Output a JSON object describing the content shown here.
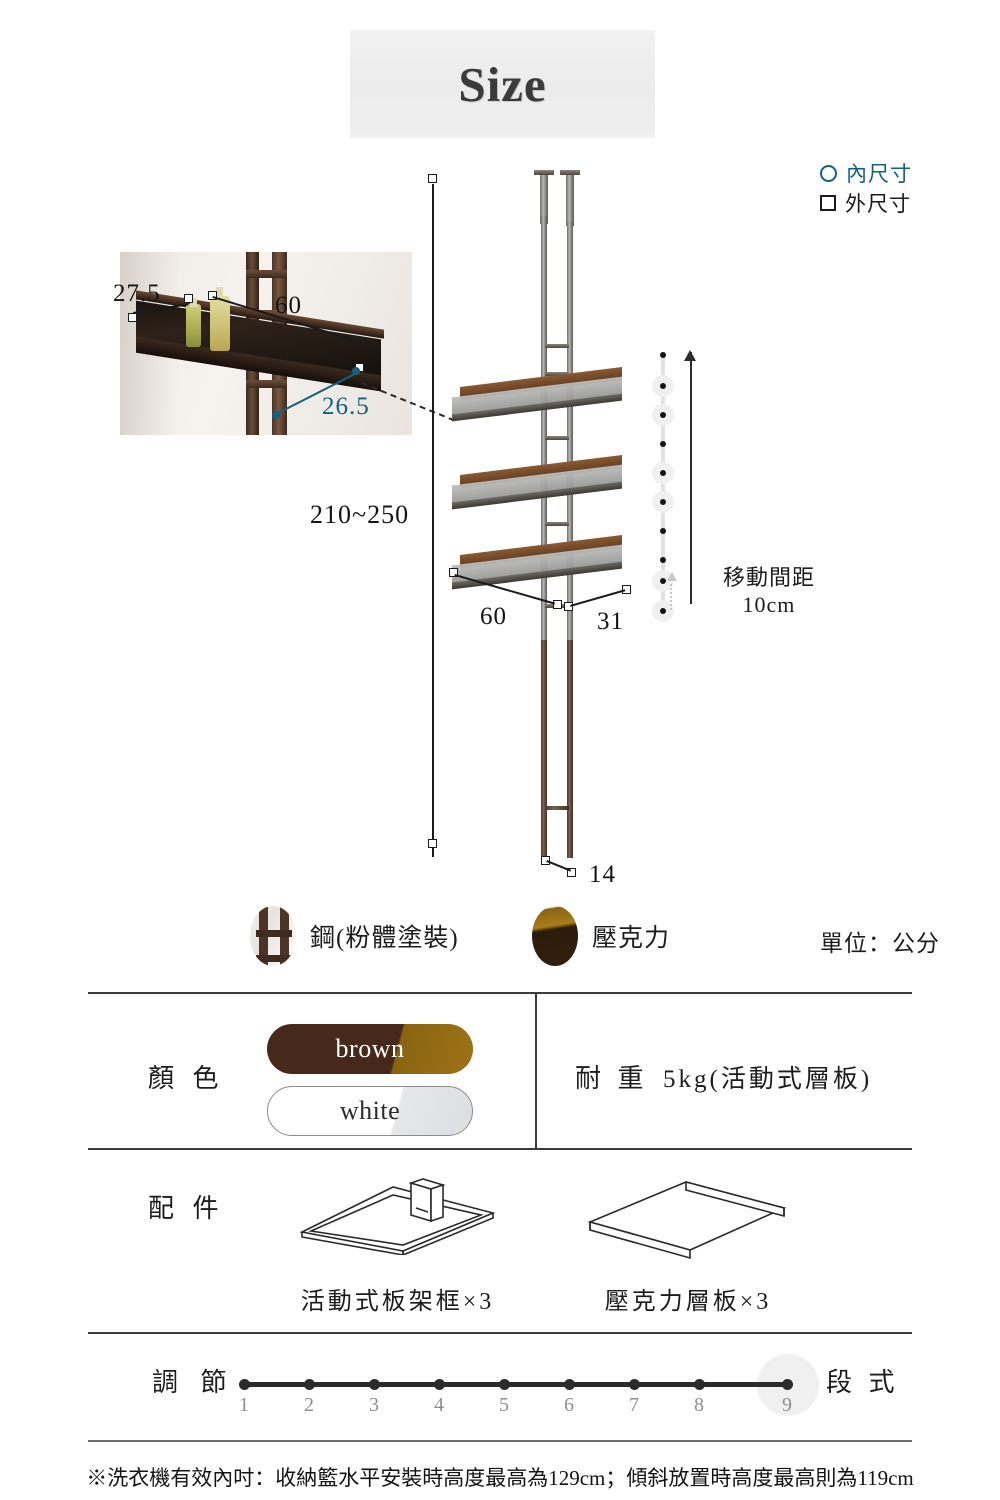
{
  "header": {
    "title": "Size"
  },
  "legend": {
    "inner": {
      "label": "內尺寸",
      "icon": "circle-icon",
      "color": "#14607e"
    },
    "outer": {
      "label": "外尺寸",
      "icon": "square-icon",
      "color": "#1a1a1a"
    }
  },
  "diagram": {
    "photo_dims": [
      {
        "value": "27.5",
        "type": "outer"
      },
      {
        "value": "60",
        "type": "outer"
      },
      {
        "value": "26.5",
        "type": "inner"
      }
    ],
    "rack_dims": [
      {
        "value": "210~250",
        "type": "outer"
      },
      {
        "value": "60",
        "type": "outer"
      },
      {
        "value": "31",
        "type": "outer"
      },
      {
        "value": "14",
        "type": "outer"
      }
    ],
    "move_spacing": {
      "line1": "移動間距",
      "line2": "10cm",
      "steps": 10
    }
  },
  "materials": [
    {
      "name": "鋼(粉體塗裝)",
      "swatch": "steel-swatch"
    },
    {
      "name": "壓克力",
      "swatch": "acrylic-swatch"
    }
  ],
  "unit_note": "單位：公分",
  "spec": {
    "color": {
      "label": "顏 色",
      "options": [
        {
          "name": "brown",
          "hex": "#46291a"
        },
        {
          "name": "white",
          "hex": "#ffffff"
        }
      ]
    },
    "load": {
      "label": "耐 重",
      "value": "5kg(活動式層板)"
    },
    "parts": {
      "label": "配 件",
      "items": [
        {
          "caption": "活動式板架框×3",
          "icon": "shelf-frame-icon"
        },
        {
          "caption": "壓克力層板×3",
          "icon": "acrylic-board-icon"
        }
      ]
    },
    "adjust": {
      "label": "調 節",
      "suffix": "段 式",
      "steps": [
        "1",
        "2",
        "3",
        "4",
        "5",
        "6",
        "7",
        "8",
        "9"
      ],
      "selected": "9"
    }
  },
  "footnote": "※洗衣機有效內吋：收納籃水平安裝時高度最高為129cm；傾斜放置時高度最高則為119cm"
}
